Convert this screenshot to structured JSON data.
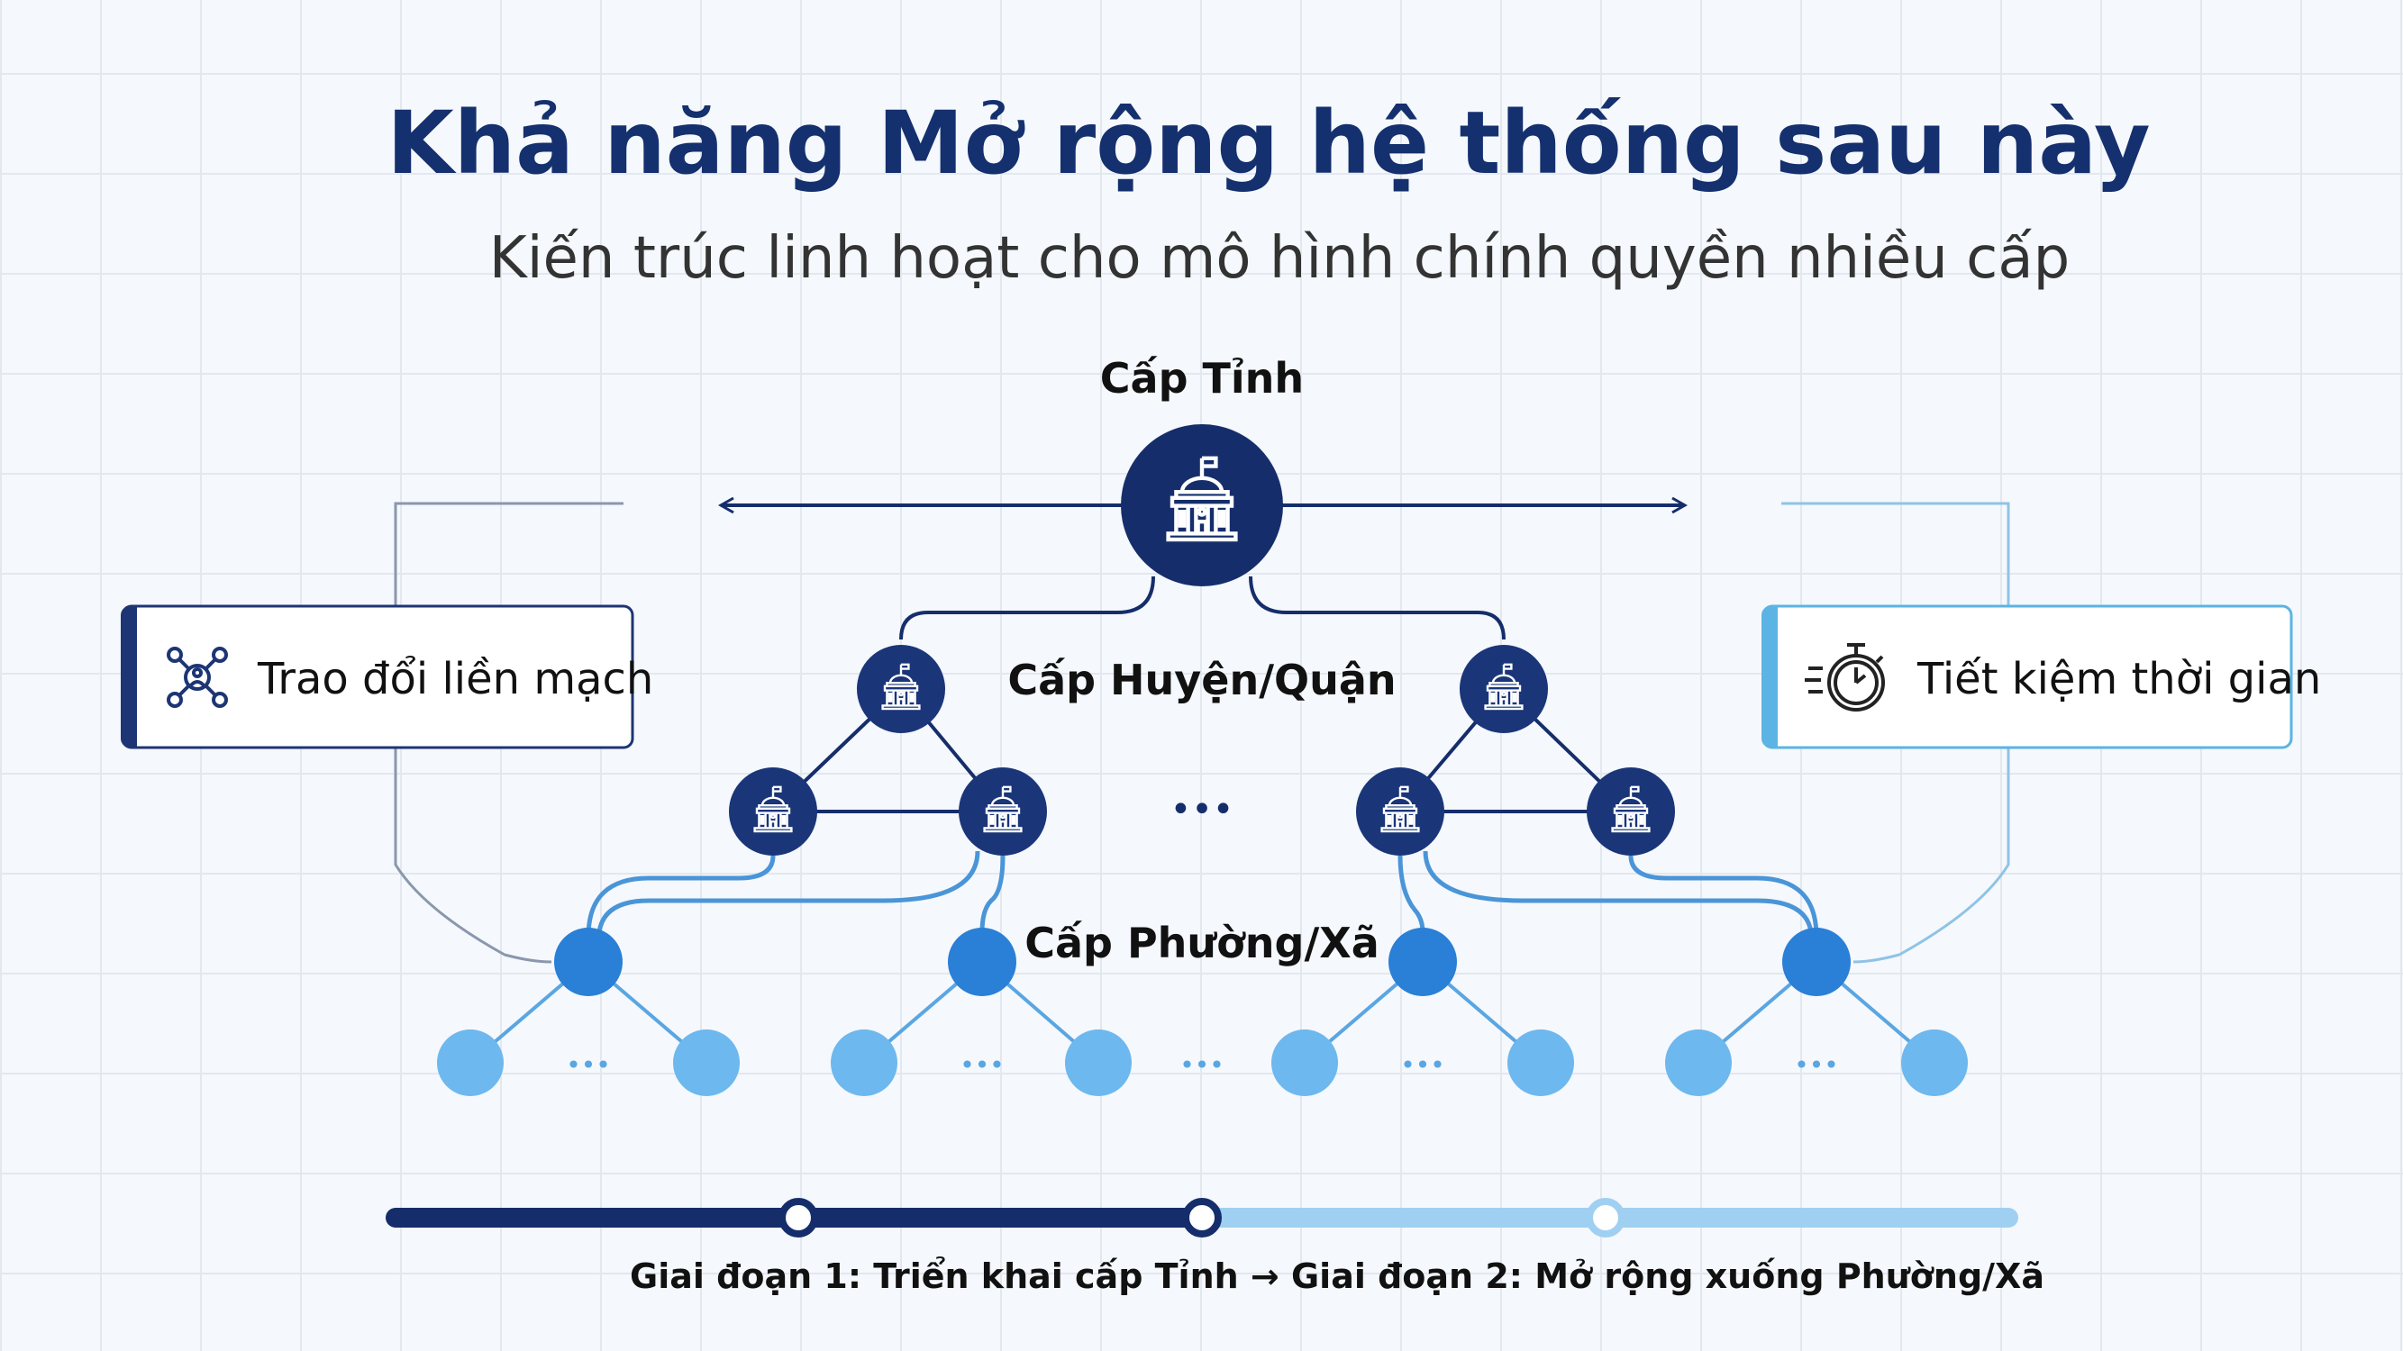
{
  "title": "Khả năng Mở rộng hệ thống sau này",
  "subtitle": "Kiến trúc linh hoạt cho mô hình chính quyền nhiều cấp",
  "levels": {
    "province": "Cấp Tỉnh",
    "district": "Cấp Huyện/Quận",
    "ward": "Cấp Phường/Xã"
  },
  "cards": {
    "left": {
      "label": "Trao đổi liền mạch",
      "icon": "network-hub-icon"
    },
    "right": {
      "label": "Tiết kiệm thời gian",
      "icon": "stopwatch-icon"
    }
  },
  "ellipsis": "•••",
  "timeline": {
    "caption": "Giai đoạn 1: Triển khai cấp Tỉnh → Giai đoạn 2: Mở rộng xuống Phường/Xã",
    "progress_stage": 2,
    "stages_total": 3
  },
  "colors": {
    "navy": "#152e6b",
    "mid_blue": "#2a7fd6",
    "light_blue": "#6db8ee",
    "timeline_light": "#9fd0f2"
  }
}
